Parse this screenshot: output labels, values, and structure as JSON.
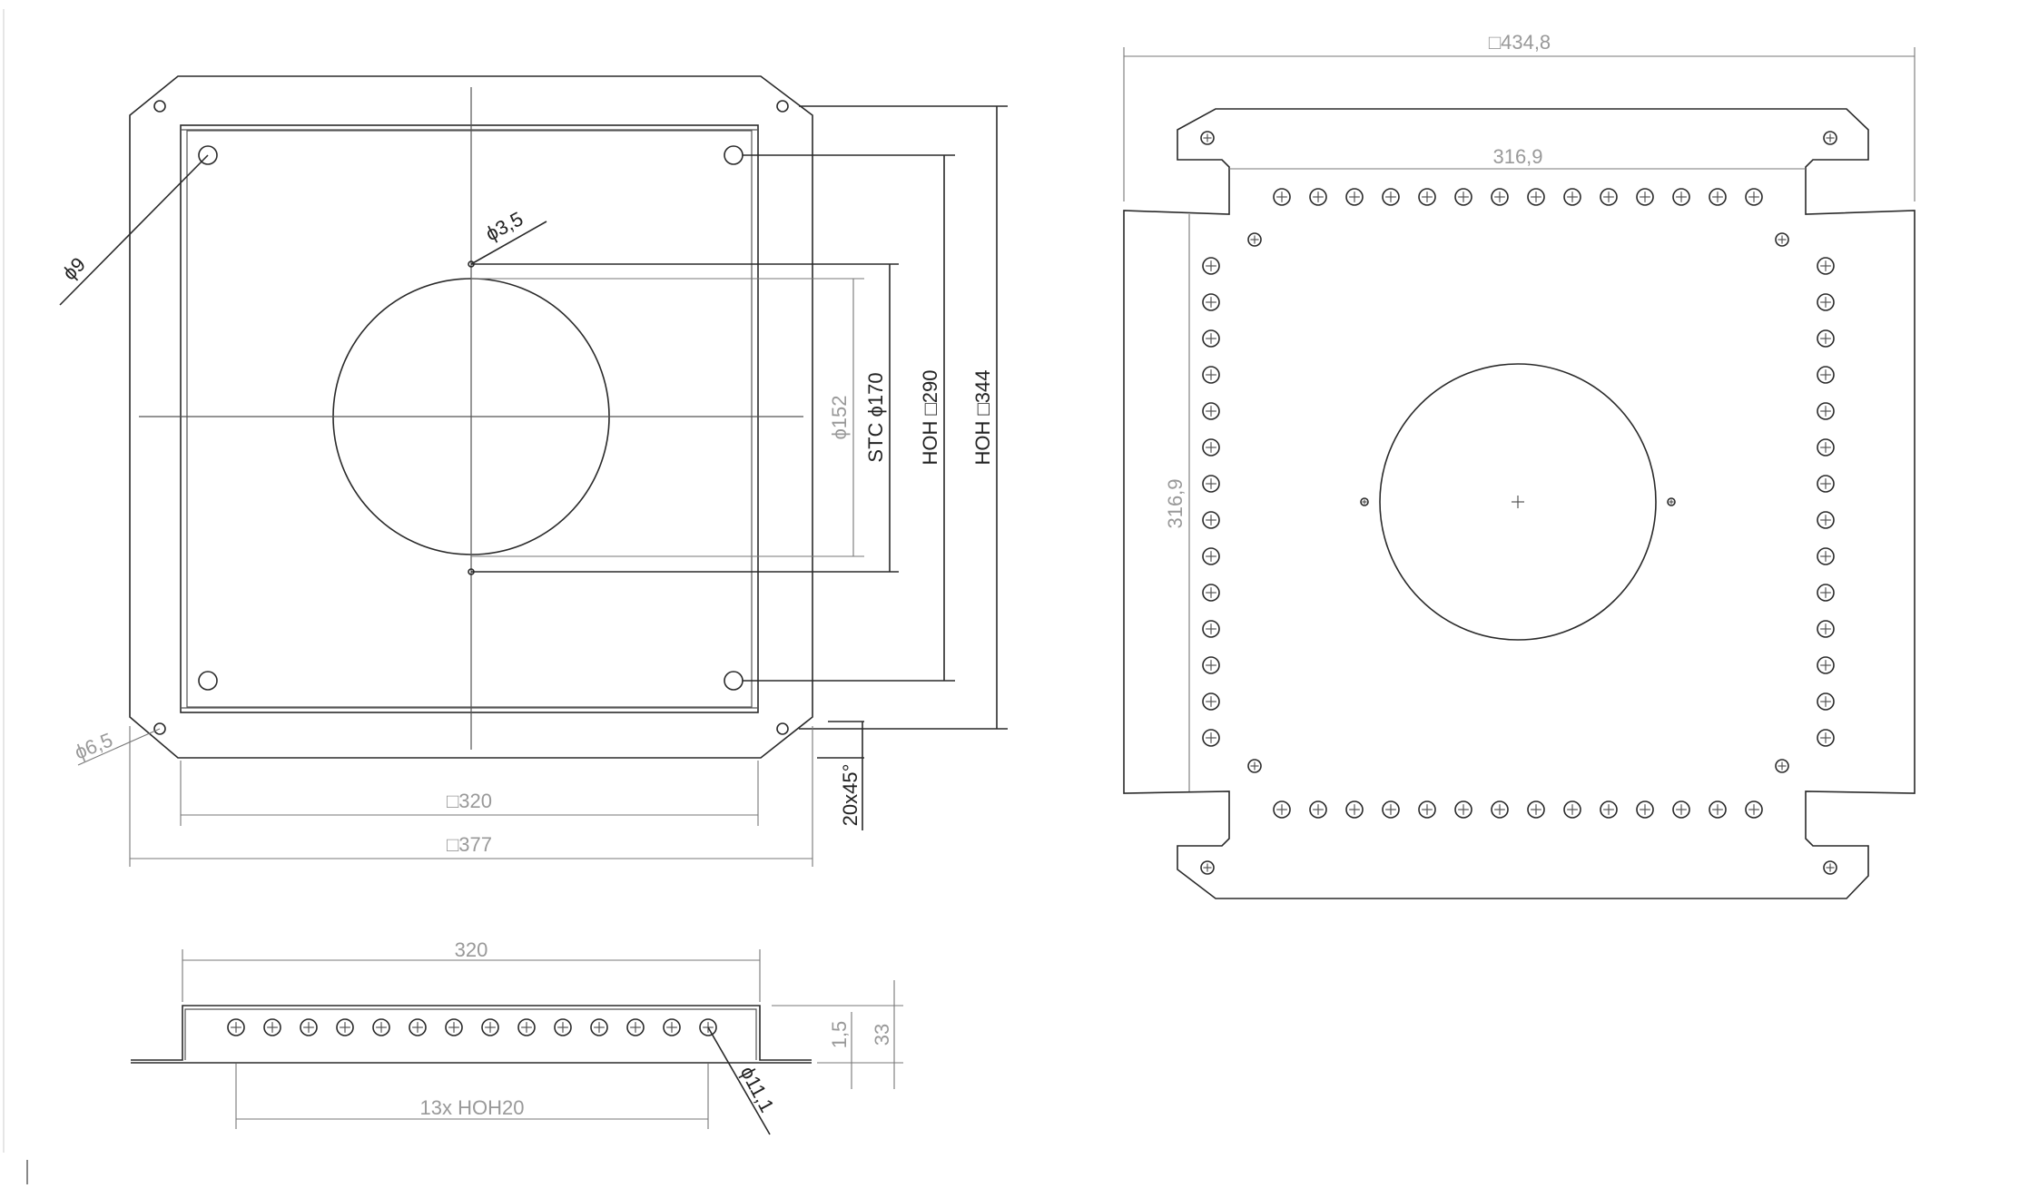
{
  "front_view": {
    "hole_label": "ϕ9",
    "small_hole_label": "ϕ3,5",
    "corner_hole_label": "ϕ6,5",
    "inner_diameter_label": "ϕ152",
    "stc_label": "STC ϕ170",
    "hoh290_label": "HOH □290",
    "hoh344_label": "HOH □344",
    "chamfer_label": "20x45°",
    "inner_width_label": "□320",
    "outer_width_label": "□377"
  },
  "side_view": {
    "length_label": "320",
    "thickness_label": "1,5",
    "height_label": "33",
    "holes_label": "13x HOH20",
    "hole_diameter_label": "ϕ11,1"
  },
  "flat_pattern": {
    "outer_label": "□434,8",
    "inner_horizontal_label": "316,9",
    "inner_vertical_label": "316,9"
  }
}
